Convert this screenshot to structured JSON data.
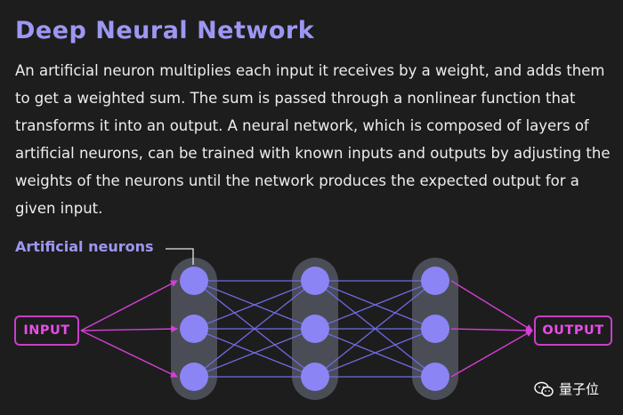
{
  "title": "Deep Neural Network",
  "description": "An artificial neuron multiplies each input it receives by a weight, and adds them to get a weighted sum. The sum is passed through a nonlinear function that transforms it into an output. A neural network, which is composed of layers of artificial neurons, can be trained with known inputs and outputs by adjusting the weights of the neurons until the network produces the expected output for a given input.",
  "diagram": {
    "neuron_label": "Artificial neurons",
    "input_label": "INPUT",
    "output_label": "OUTPUT",
    "layers": 3,
    "neurons_per_layer": 3
  },
  "watermark": {
    "text": "量子位",
    "icon": "wechat-icon"
  },
  "colors": {
    "title": "#9d97f3",
    "neuron": "#8b84f5",
    "layer_bg": "#4a4d55",
    "io_magenta": "#d43fd4",
    "connection": "#6f6be6",
    "background": "#1d1d1d"
  }
}
